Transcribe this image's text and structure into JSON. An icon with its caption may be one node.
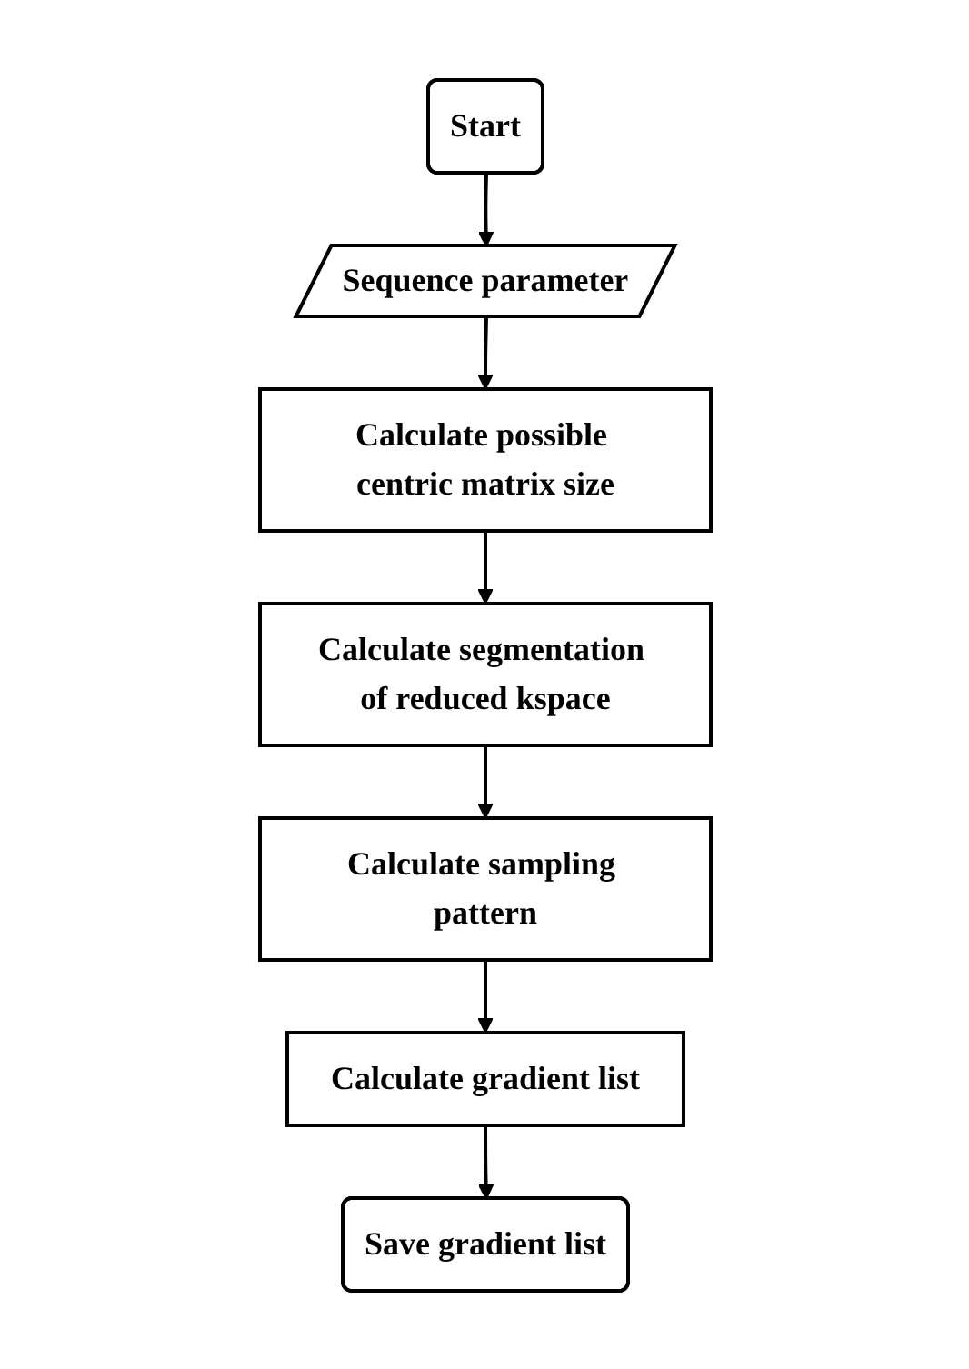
{
  "diagram": {
    "nodes": [
      {
        "text": [
          "Start"
        ]
      },
      {
        "text": [
          "Sequence parameter"
        ]
      },
      {
        "text": [
          "Calculate possible centric matrix size"
        ]
      },
      {
        "text": [
          "Calculate segmentation of reduced kspace"
        ]
      },
      {
        "text": [
          "Calculate sampling pattern"
        ]
      },
      {
        "text": [
          "Calculate gradient list"
        ]
      },
      {
        "text": [
          "Save gradient list"
        ]
      }
    ],
    "edges": [
      {
        "from": 0,
        "to": 1,
        "arrow": "to"
      },
      {
        "from": 1,
        "to": 2,
        "arrow": "to"
      },
      {
        "from": 2,
        "to": 3,
        "arrow": "to"
      },
      {
        "from": 3,
        "to": 4,
        "arrow": "to"
      },
      {
        "from": 4,
        "to": 5,
        "arrow": "to"
      },
      {
        "from": 5,
        "to": 6,
        "arrow": "to"
      }
    ]
  }
}
